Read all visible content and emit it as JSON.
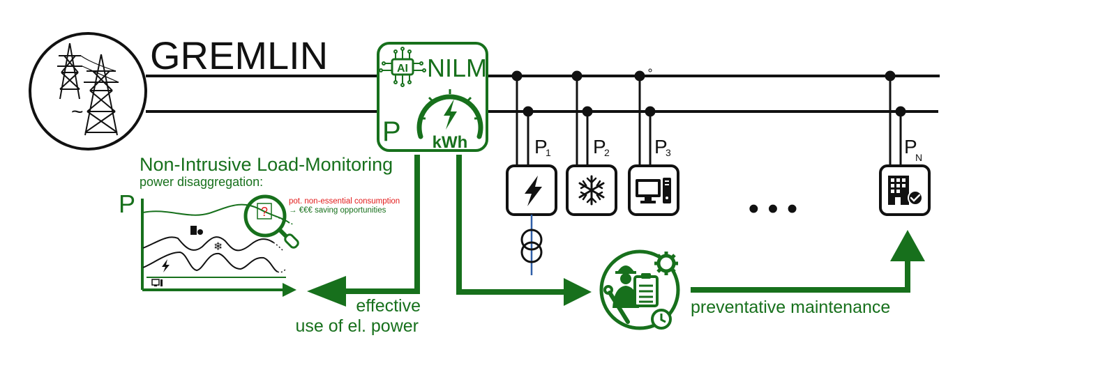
{
  "title": "GREMLIN",
  "nilm": {
    "ai_chip": "AI",
    "label": "NILM",
    "power_symbol": "P",
    "meter_unit": "kWh"
  },
  "source": {
    "ac_symbol": "~"
  },
  "loads": [
    {
      "label": "P",
      "subscript": "1",
      "icon": "lightning-icon"
    },
    {
      "label": "P",
      "subscript": "2",
      "icon": "snowflake-icon"
    },
    {
      "label": "P",
      "subscript": "3",
      "icon": "computer-icon"
    },
    {
      "label": "P",
      "subscript": "N",
      "icon": "building-check-icon"
    }
  ],
  "ellipsis": "• • •",
  "disaggregation": {
    "heading": "Non-Intrusive Load-Monitoring",
    "subheading": "power disaggregation:",
    "axis_label": "P",
    "question_mark": "?",
    "annotation_line1": "pot. non-essential consumption",
    "annotation_line2": "→ €€€ saving opportunities"
  },
  "effective": {
    "line1": "effective",
    "line2": "use of el. power"
  },
  "maintenance": {
    "label": "preventative maintenance"
  },
  "colors": {
    "green": "#17701c",
    "black": "#111111",
    "red": "#e21b1b",
    "blue": "#2f5fa8"
  }
}
